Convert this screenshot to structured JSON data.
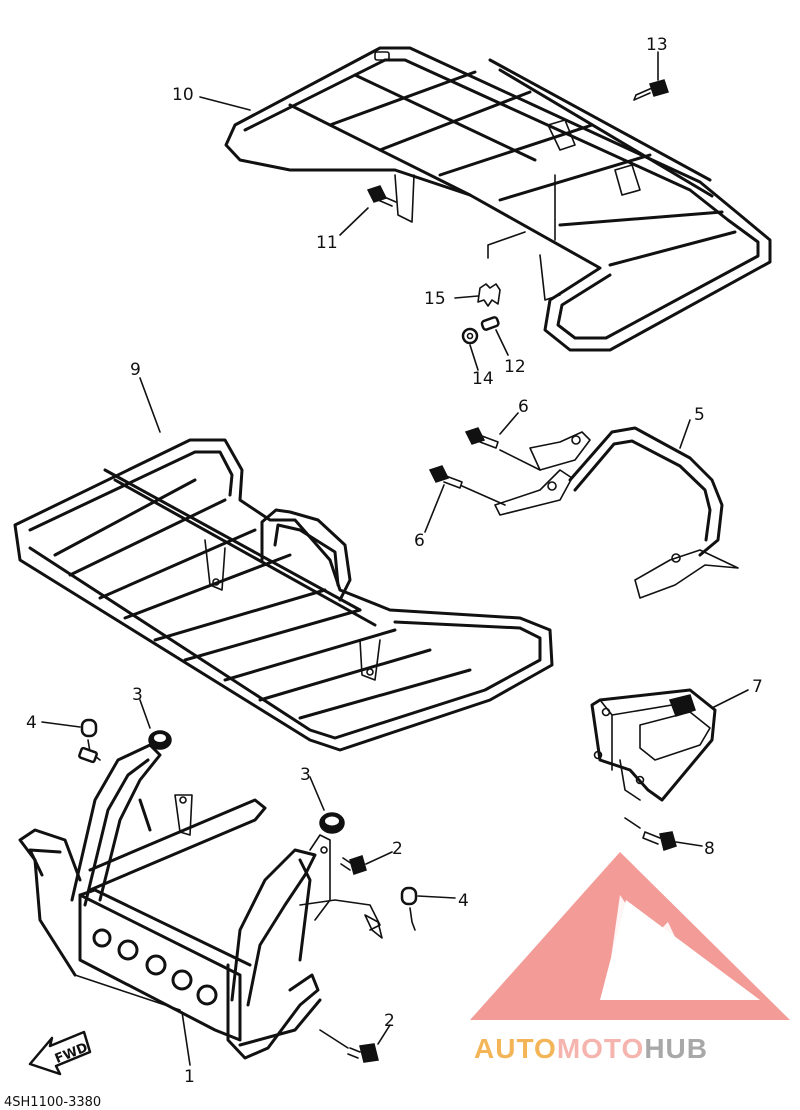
{
  "callouts": {
    "c1": "1",
    "c2a": "2",
    "c2b": "2",
    "c3a": "3",
    "c3b": "3",
    "c4a": "4",
    "c4b": "4",
    "c5": "5",
    "c6a": "6",
    "c6b": "6",
    "c7": "7",
    "c8": "8",
    "c9": "9",
    "c10": "10",
    "c11": "11",
    "c12": "12",
    "c13": "13",
    "c14": "14",
    "c15": "15"
  },
  "diagram_code": "4SH1100-3380",
  "fwd_label": "FWD",
  "watermark": {
    "part1": "AUTO",
    "part2": "MOTO",
    "part3": "HUB",
    "color_part1": "#f2a93b",
    "color_part2": "#f4a8a0",
    "color_part3": "#9a9a9a",
    "logo_color": "#f08a85"
  }
}
